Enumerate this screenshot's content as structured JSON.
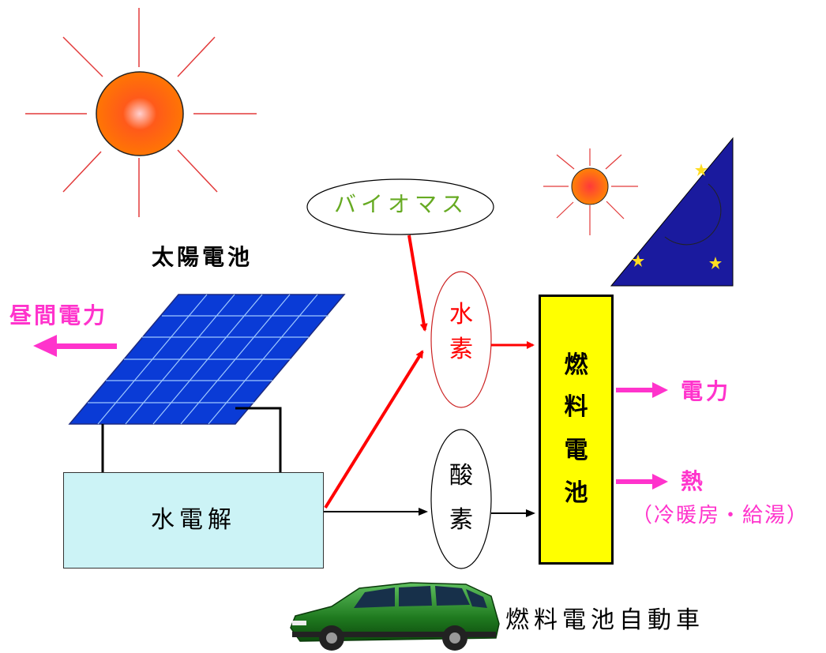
{
  "diagram": {
    "solar_cell_label": "太陽電池",
    "daytime_power_label": "昼間電力",
    "electrolysis_label": "水電解",
    "biomass_label": "バイオマス",
    "hydrogen_label": [
      "水",
      "素"
    ],
    "oxygen_label": [
      "酸",
      "素"
    ],
    "fuel_cell_label": [
      "燃",
      "料",
      "電",
      "池"
    ],
    "power_output_label": "電力",
    "heat_output_label": "熱",
    "heat_note_label": "（冷暖房・給湯）",
    "fuel_cell_car_label": "燃料電池自動車"
  },
  "colors": {
    "hydrogen_arrow": "#ff0000",
    "oxygen_arrow": "#000000",
    "output_arrow": "#ff33cc",
    "fuel_cell_fill": "#ffff00",
    "electrolysis_fill": "#ccf3f6",
    "panel_fill": "#0a3bd6",
    "night_sky": "#1a1a9e",
    "moon": "#ffdd22",
    "sun_fill": "#ff6a00",
    "car_body": "#2a8a2a",
    "biomass_text": "#66aa22"
  },
  "icons": [
    "sun-icon",
    "small-sun-icon",
    "night-moon-icon",
    "solar-panel-icon",
    "car-icon"
  ]
}
